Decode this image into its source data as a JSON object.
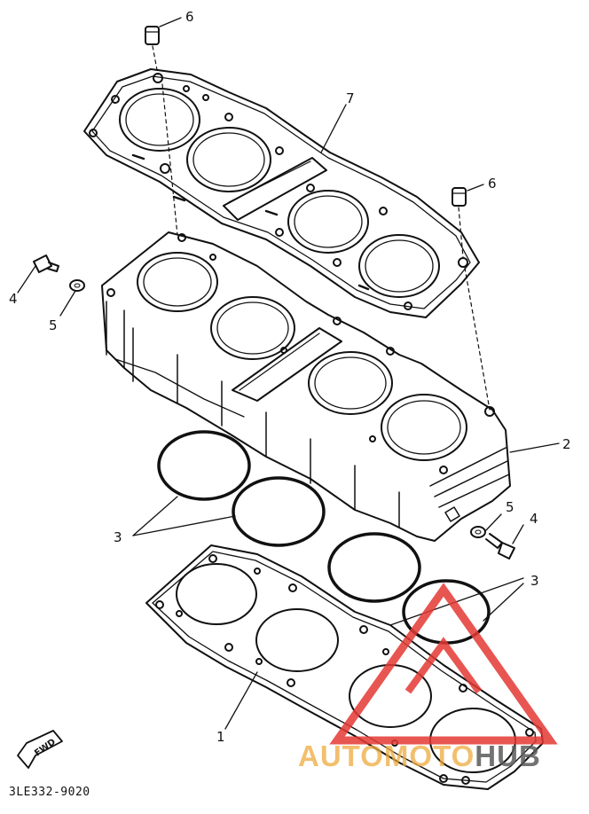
{
  "diagram": {
    "part_labels": [
      {
        "id": "label-1",
        "text": "1"
      },
      {
        "id": "label-2",
        "text": "2"
      },
      {
        "id": "label-3a",
        "text": "3"
      },
      {
        "id": "label-3b",
        "text": "3"
      },
      {
        "id": "label-4a",
        "text": "4"
      },
      {
        "id": "label-4b",
        "text": "4"
      },
      {
        "id": "label-5a",
        "text": "5"
      },
      {
        "id": "label-5b",
        "text": "5"
      },
      {
        "id": "label-6a",
        "text": "6"
      },
      {
        "id": "label-6b",
        "text": "6"
      },
      {
        "id": "label-7",
        "text": "7"
      }
    ],
    "fwd_text": "FWD",
    "reference_code": "3LE332-9020"
  },
  "watermark": {
    "part1": "AUTO",
    "part2": "MOTO",
    "part3": "HUB",
    "color_accent": "#e53935",
    "color_orange": "#eea83c",
    "color_gray": "#5a5a5a"
  }
}
